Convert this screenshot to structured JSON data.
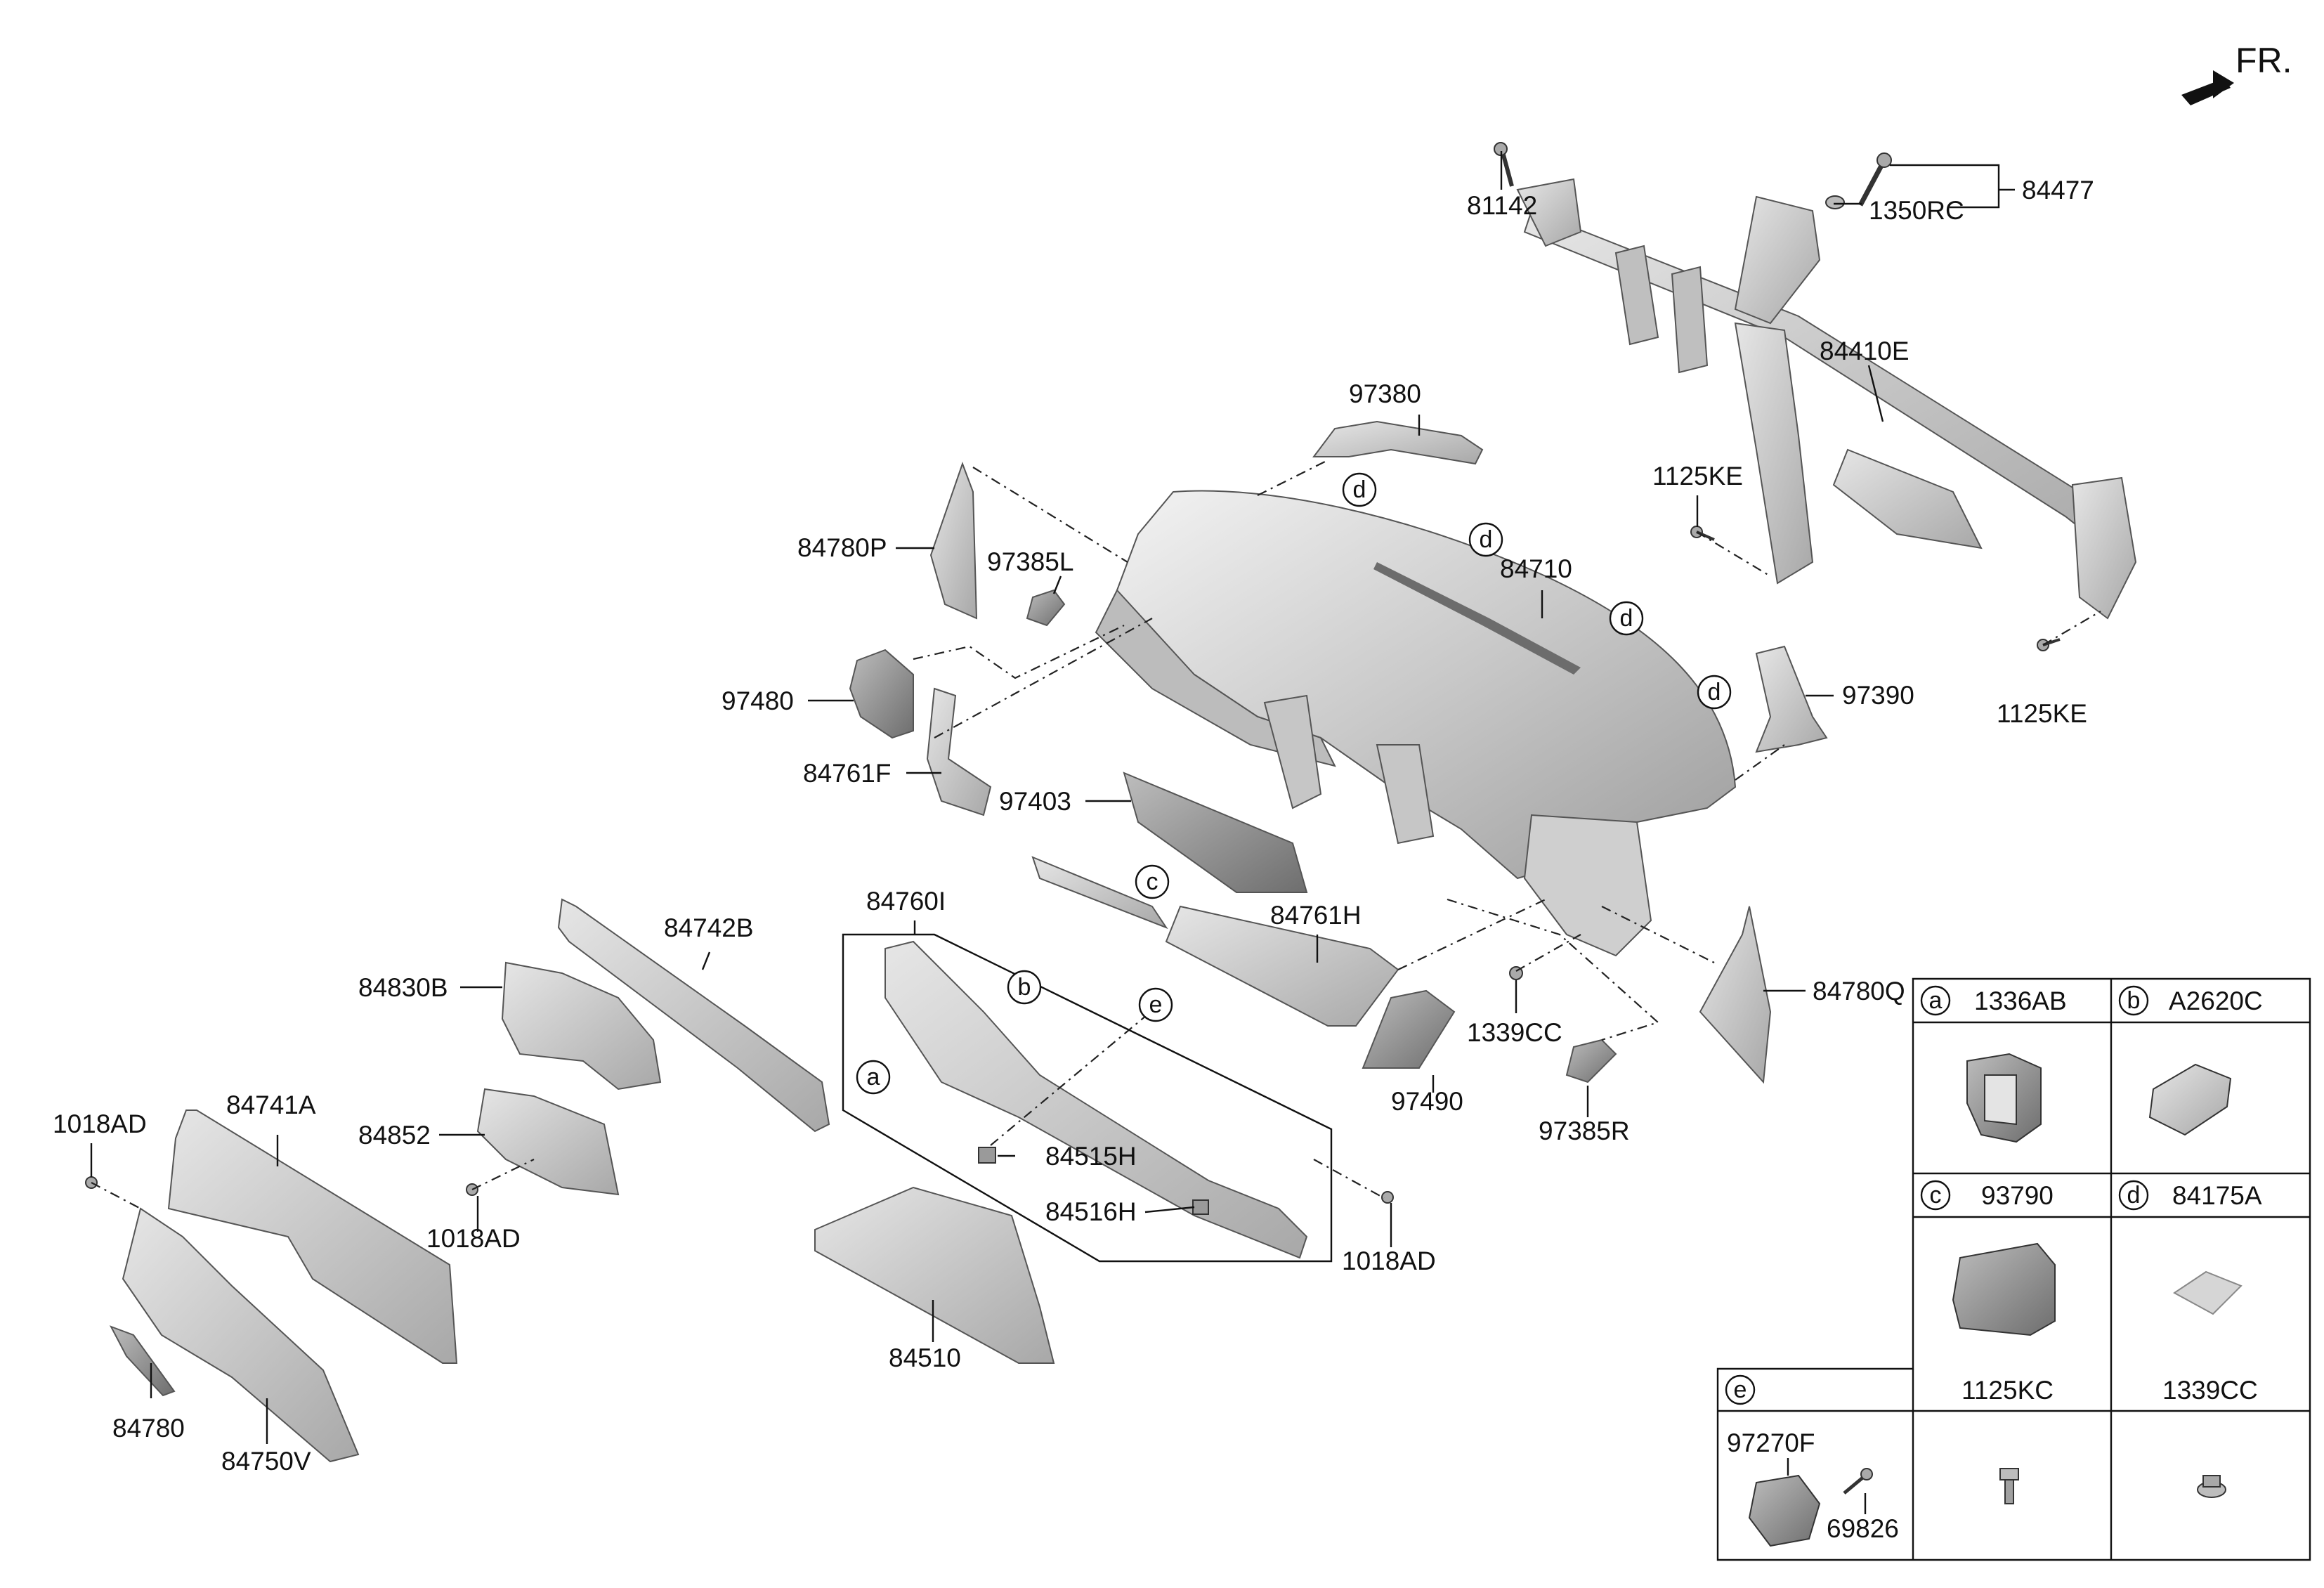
{
  "orientation_label": "FR.",
  "parts": {
    "p81142": "81142",
    "p1350RC": "1350RC",
    "p84477": "84477",
    "p84410E": "84410E",
    "p97380": "97380",
    "p1125KE_a": "1125KE",
    "p1125KE_b": "1125KE",
    "p84780P": "84780P",
    "p97385L": "97385L",
    "p84710": "84710",
    "p97390": "97390",
    "p97480": "97480",
    "p84761F": "84761F",
    "p97403": "97403",
    "p84760I": "84760I",
    "p84742B": "84742B",
    "p84761H": "84761H",
    "p84830B": "84830B",
    "p84780Q": "84780Q",
    "p1339CC": "1339CC",
    "p1018AD_a": "1018AD",
    "p84741A": "84741A",
    "p84852": "84852",
    "p97490": "97490",
    "p97385R": "97385R",
    "p84515H": "84515H",
    "p84516H": "84516H",
    "p1018AD_b": "1018AD",
    "p1018AD_c": "1018AD",
    "p84510": "84510",
    "p84780": "84780",
    "p84750V": "84750V"
  },
  "callouts": {
    "a": "a",
    "b": "b",
    "c": "c",
    "d": "d",
    "e": "e"
  },
  "legend": {
    "a_letter": "a",
    "a_code": "1336AB",
    "b_letter": "b",
    "b_code": "A2620C",
    "c_letter": "c",
    "c_code": "93790",
    "d_letter": "d",
    "d_code": "84175A",
    "e_letter": "e",
    "e_sub1": "97270F",
    "e_sub2": "69826",
    "k_code": "1125KC",
    "cc_code": "1339CC"
  },
  "colors": {
    "part_fill": "#d4d4d4",
    "part_shade": "#a9a9a9",
    "line": "#111111"
  }
}
